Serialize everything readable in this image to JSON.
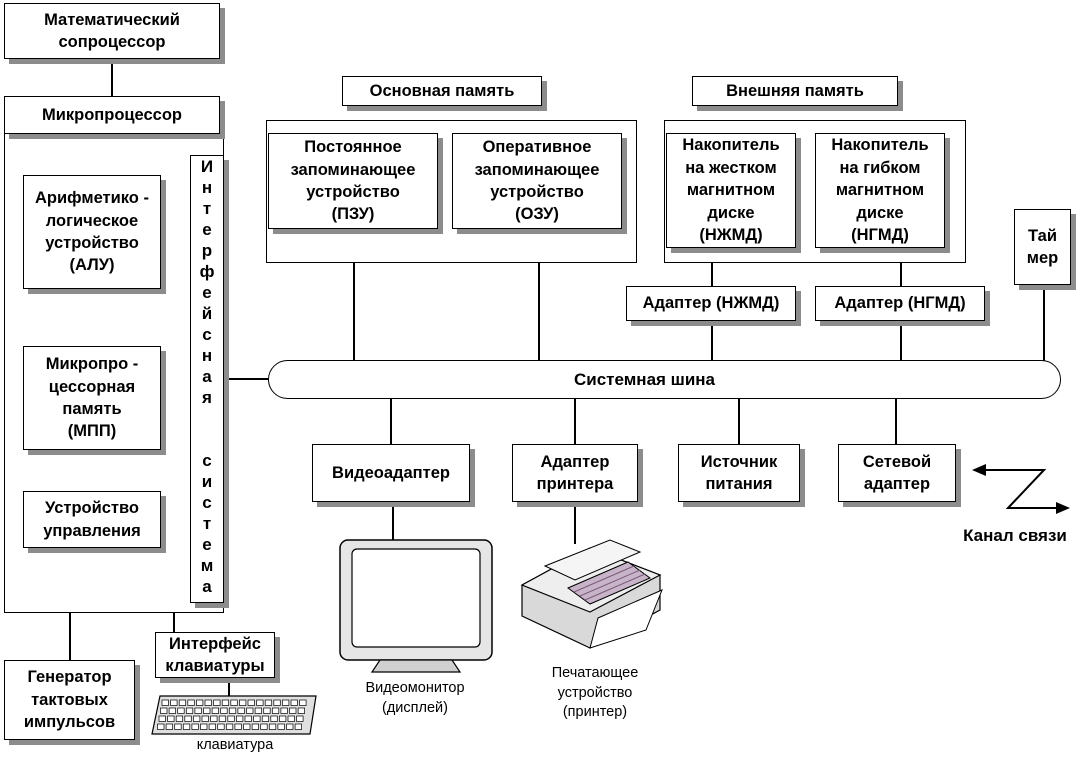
{
  "coprocessor": "Математический\nсопроцессор",
  "microprocessor": {
    "title": "Микропроцессор",
    "alu": "Арифметико -\nлогическое\nустройство\n(АЛУ)",
    "mpp": "Микропро -\nцессорная\nпамять\n(МПП)",
    "control": "Устройство\nуправления",
    "interface_system": "Интерфейсная  система"
  },
  "clock_generator": "Генератор\nтактовых\nимпульсов",
  "keyboard_interface": "Интерфейс\nклавиатуры",
  "keyboard_label": "клавиатура",
  "main_memory": {
    "title": "Основная память",
    "rom": "Постоянное\nзапоминающее\nустройство\n(ПЗУ)",
    "ram": "Оперативное\nзапоминающее\nустройство\n(ОЗУ)"
  },
  "external_memory": {
    "title": "Внешняя память",
    "hdd": "Накопитель\nна жестком\nмагнитном\nдиске\n(НЖМД)",
    "fdd": "Накопитель\nна гибком\nмагнитном\nдиске\n(НГМД)"
  },
  "hdd_adapter": "Адаптер (НЖМД)",
  "fdd_adapter": "Адаптер (НГМД)",
  "timer": "Тай\nмер",
  "system_bus": "Системная шина",
  "video_adapter": "Видеоадаптер",
  "printer_adapter": "Адаптер\nпринтера",
  "power_supply": "Источник\nпитания",
  "network_adapter": "Сетевой\nадаптер",
  "comm_channel": "Канал связи",
  "monitor_label": "Видеомонитор\n(дисплей)",
  "printer_label": "Печатающее\nустройство\n(принтер)"
}
